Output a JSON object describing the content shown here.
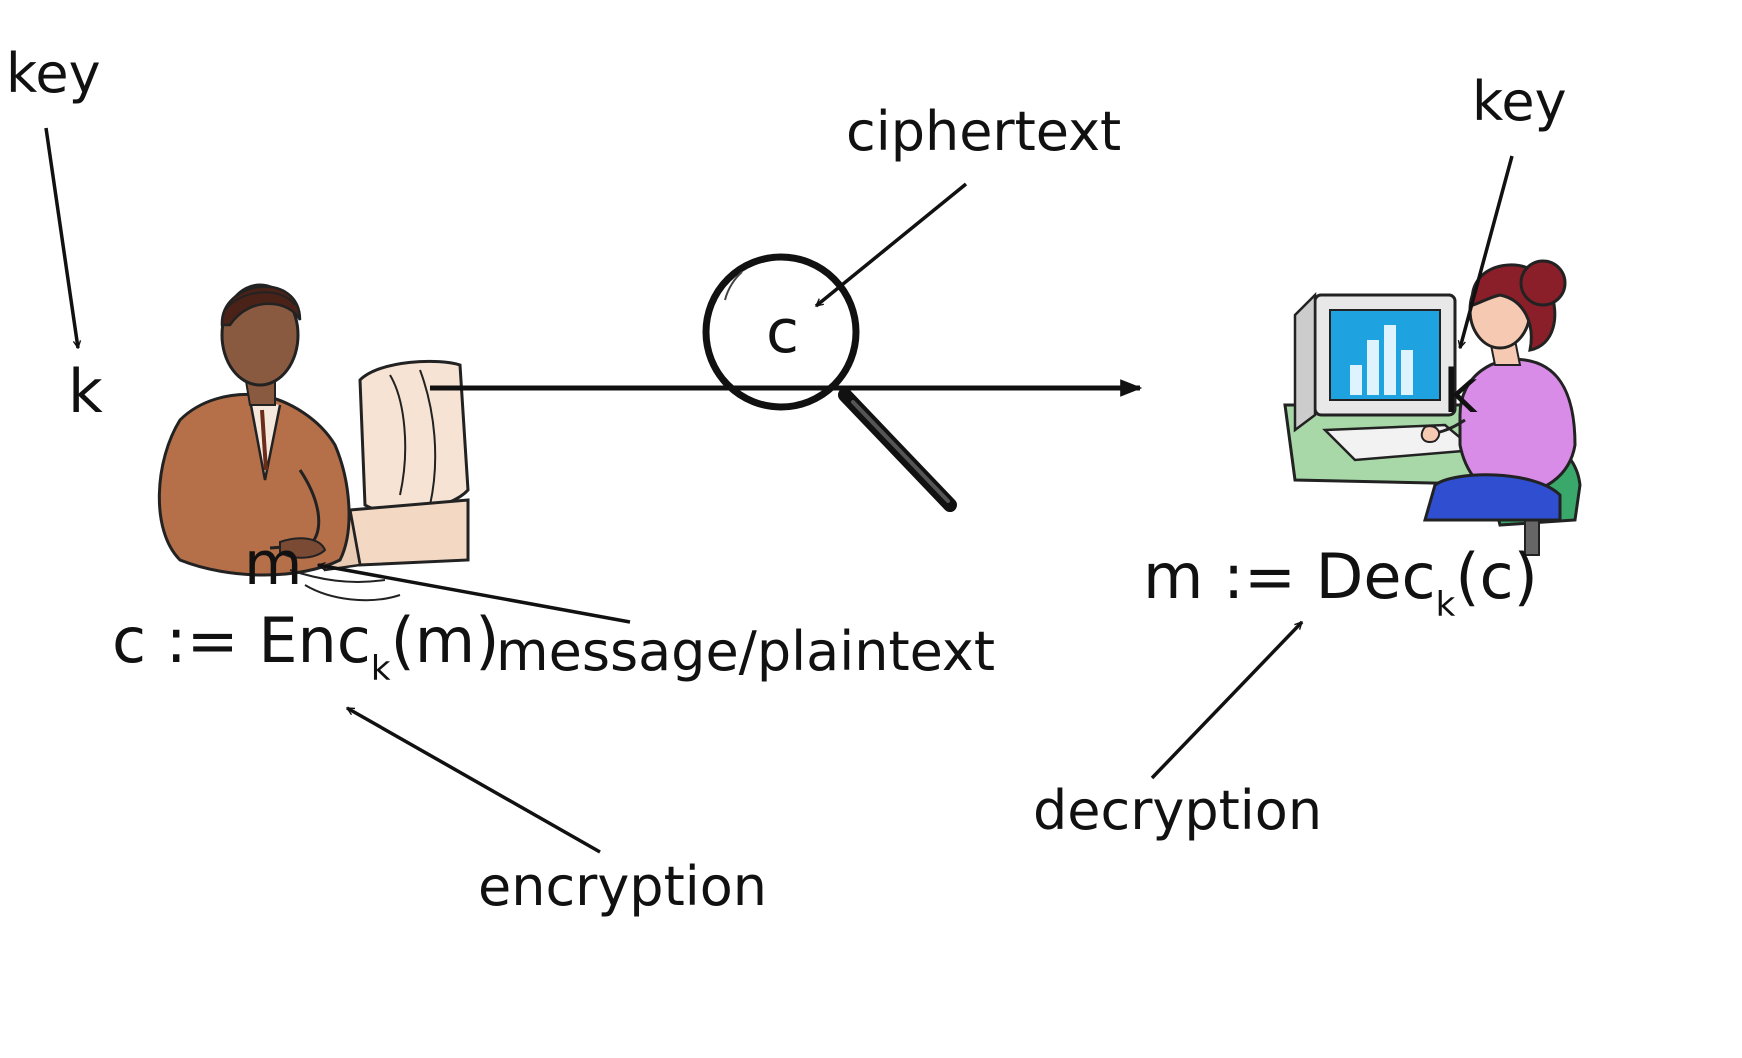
{
  "labels": {
    "key_left": "key",
    "key_right": "key",
    "ciphertext": "ciphertext",
    "message_plaintext": "message/plaintext",
    "encryption": "encryption",
    "decryption": "decryption"
  },
  "variables": {
    "k_left": "k",
    "k_right": "k",
    "c": "c",
    "m": "m"
  },
  "formulas": {
    "encrypt": {
      "prefix": "c := Enc",
      "subscript": "k",
      "suffix": "(m)"
    },
    "decrypt": {
      "prefix": "m := Dec",
      "subscript": "k",
      "suffix": "(c)"
    }
  },
  "icons": {
    "sender": "man-at-computer-icon",
    "receiver": "woman-at-computer-icon",
    "eavesdropper": "magnifying-glass-icon"
  },
  "colors": {
    "sender_suit": "#b5704a",
    "receiver_shirt": "#d98be8",
    "receiver_hair": "#8a1f2a",
    "monitor_screen": "#1fa3e0",
    "chair": "#3aa86a",
    "pants": "#2f4ed0",
    "desk": "#a8d8a8"
  }
}
